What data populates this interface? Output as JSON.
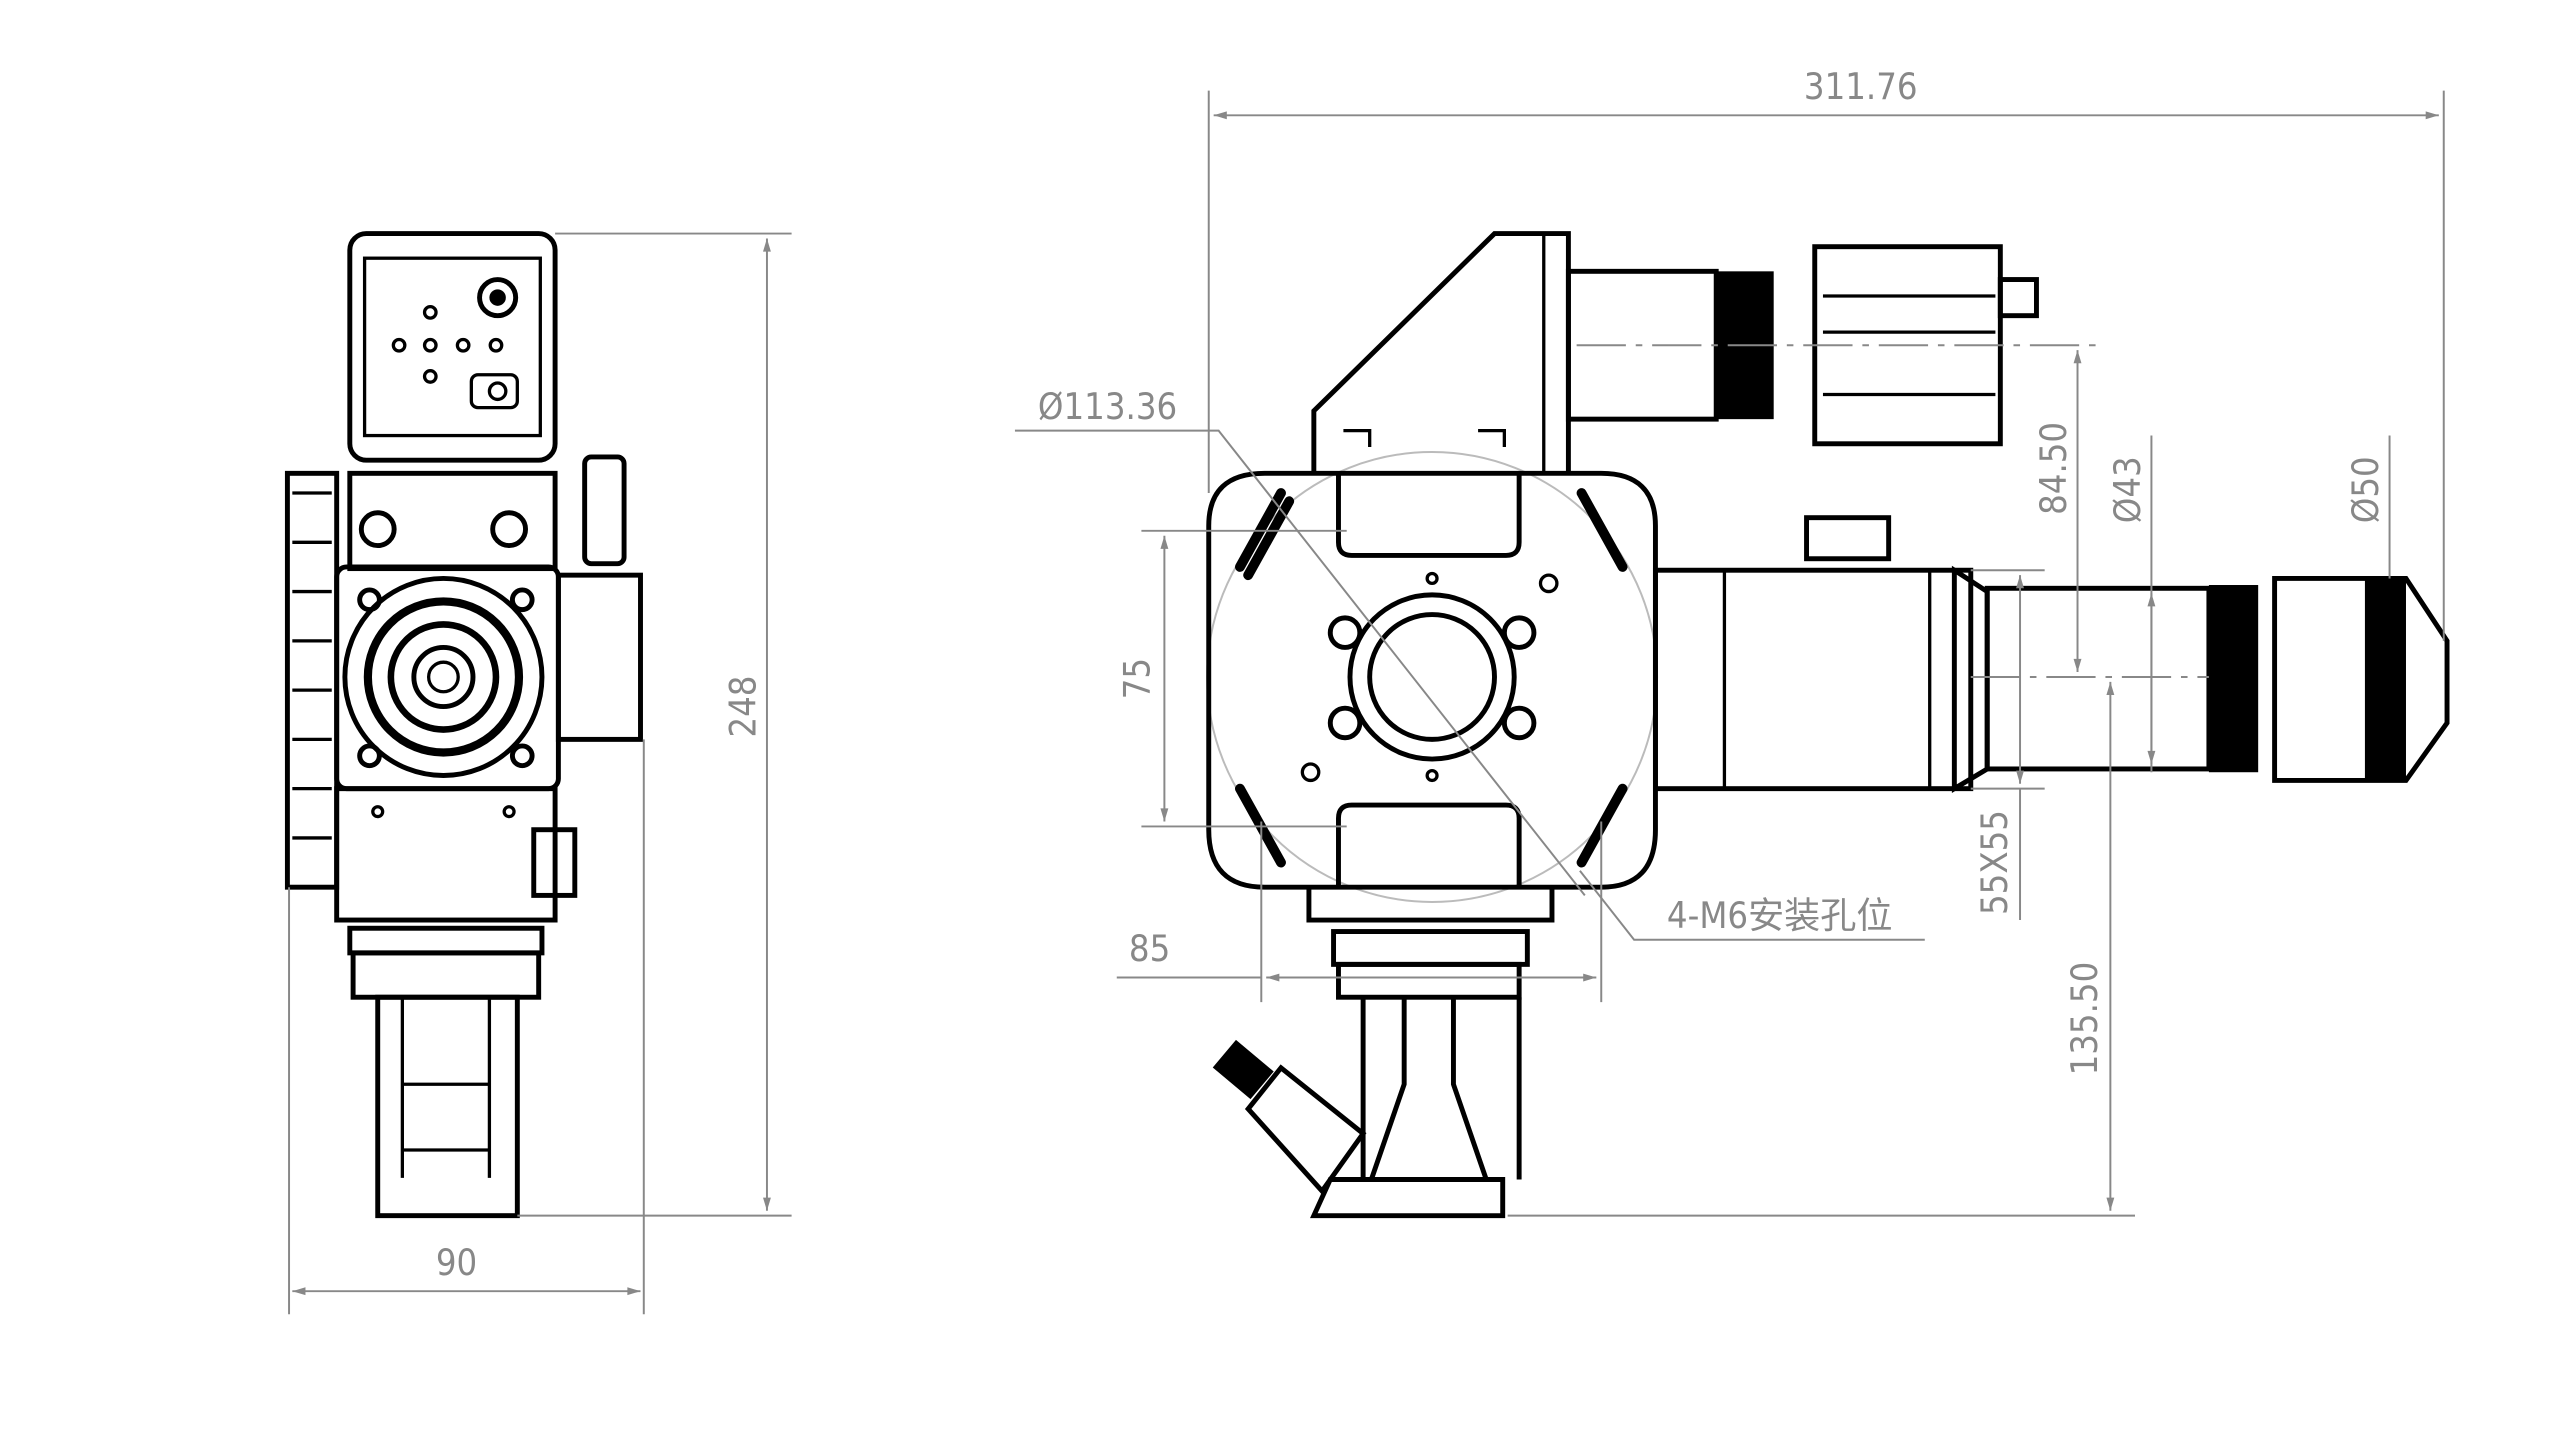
{
  "drawing": {
    "front_view": {
      "height_dim": "248",
      "width_dim": "90"
    },
    "side_view": {
      "overall_length_dim": "311.76",
      "flange_diameter_dim": "Ø113.36",
      "hole_spacing_vertical_dim": "75",
      "hole_spacing_horizontal_dim": "85",
      "mounting_holes_note": "4-M6安装孔位",
      "motor_offset_dim": "84.50",
      "barrel_diameter_dim": "Ø43",
      "lens_diameter_dim": "Ø50",
      "body_section_dim": "55X55",
      "nozzle_height_dim": "135.50"
    }
  }
}
